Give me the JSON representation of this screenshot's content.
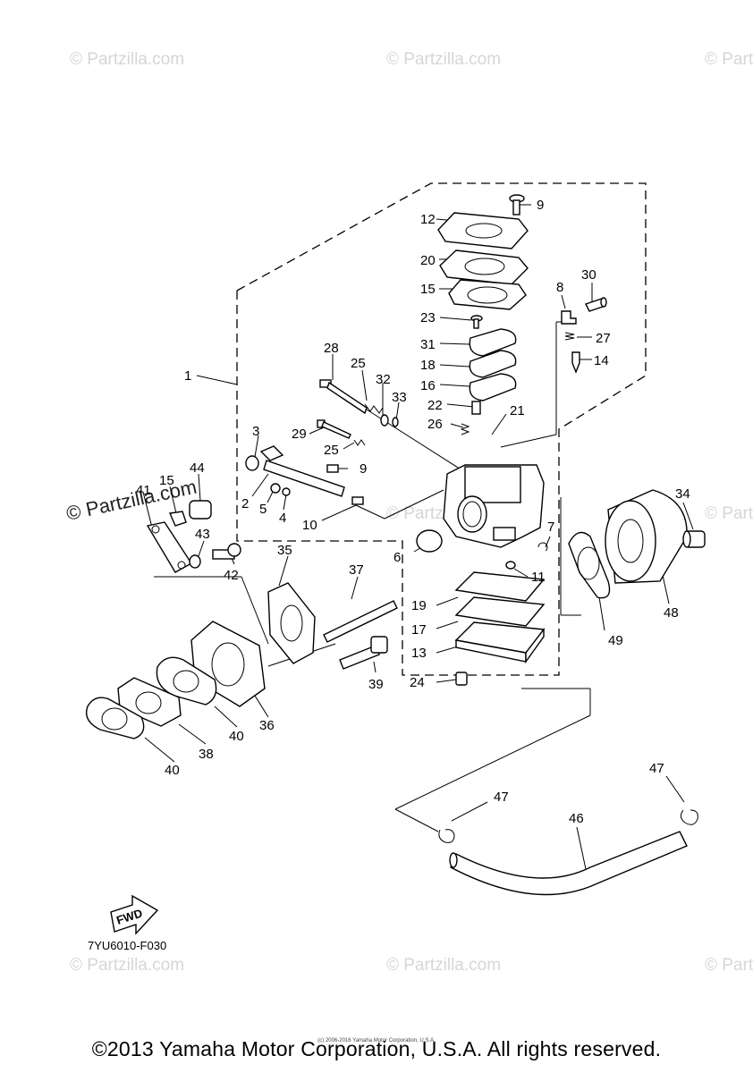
{
  "watermark": "© Partzilla.com",
  "watermark_prominent": "© Partzilla.com",
  "diagram_code": "7YU6010-F030",
  "fwd_label": "FWD",
  "copyright": "©2013 Yamaha Motor Corporation, U.S.A. All rights reserved.",
  "small_copyright": "(c) 2006-2016 Yamaha Motor Corporation, U.S.A.",
  "callouts": {
    "c1": "1",
    "c2": "2",
    "c3": "3",
    "c4": "4",
    "c5": "5",
    "c6": "6",
    "c7": "7",
    "c8": "8",
    "c9a": "9",
    "c9b": "9",
    "c10": "10",
    "c11": "11",
    "c12": "12",
    "c13": "13",
    "c14": "14",
    "c15": "15",
    "c15b": "15",
    "c16": "16",
    "c17": "17",
    "c18": "18",
    "c19": "19",
    "c20": "20",
    "c21": "21",
    "c22": "22",
    "c23": "23",
    "c24": "24",
    "c25a": "25",
    "c25b": "25",
    "c26": "26",
    "c27": "27",
    "c28": "28",
    "c29": "29",
    "c30": "30",
    "c31": "31",
    "c32": "32",
    "c33": "33",
    "c34": "34",
    "c35": "35",
    "c36": "36",
    "c37": "37",
    "c38": "38",
    "c39": "39",
    "c40a": "40",
    "c40b": "40",
    "c41": "41",
    "c42": "42",
    "c43": "43",
    "c44": "44",
    "c46": "46",
    "c47a": "47",
    "c47b": "47",
    "c48": "48",
    "c49": "49"
  }
}
